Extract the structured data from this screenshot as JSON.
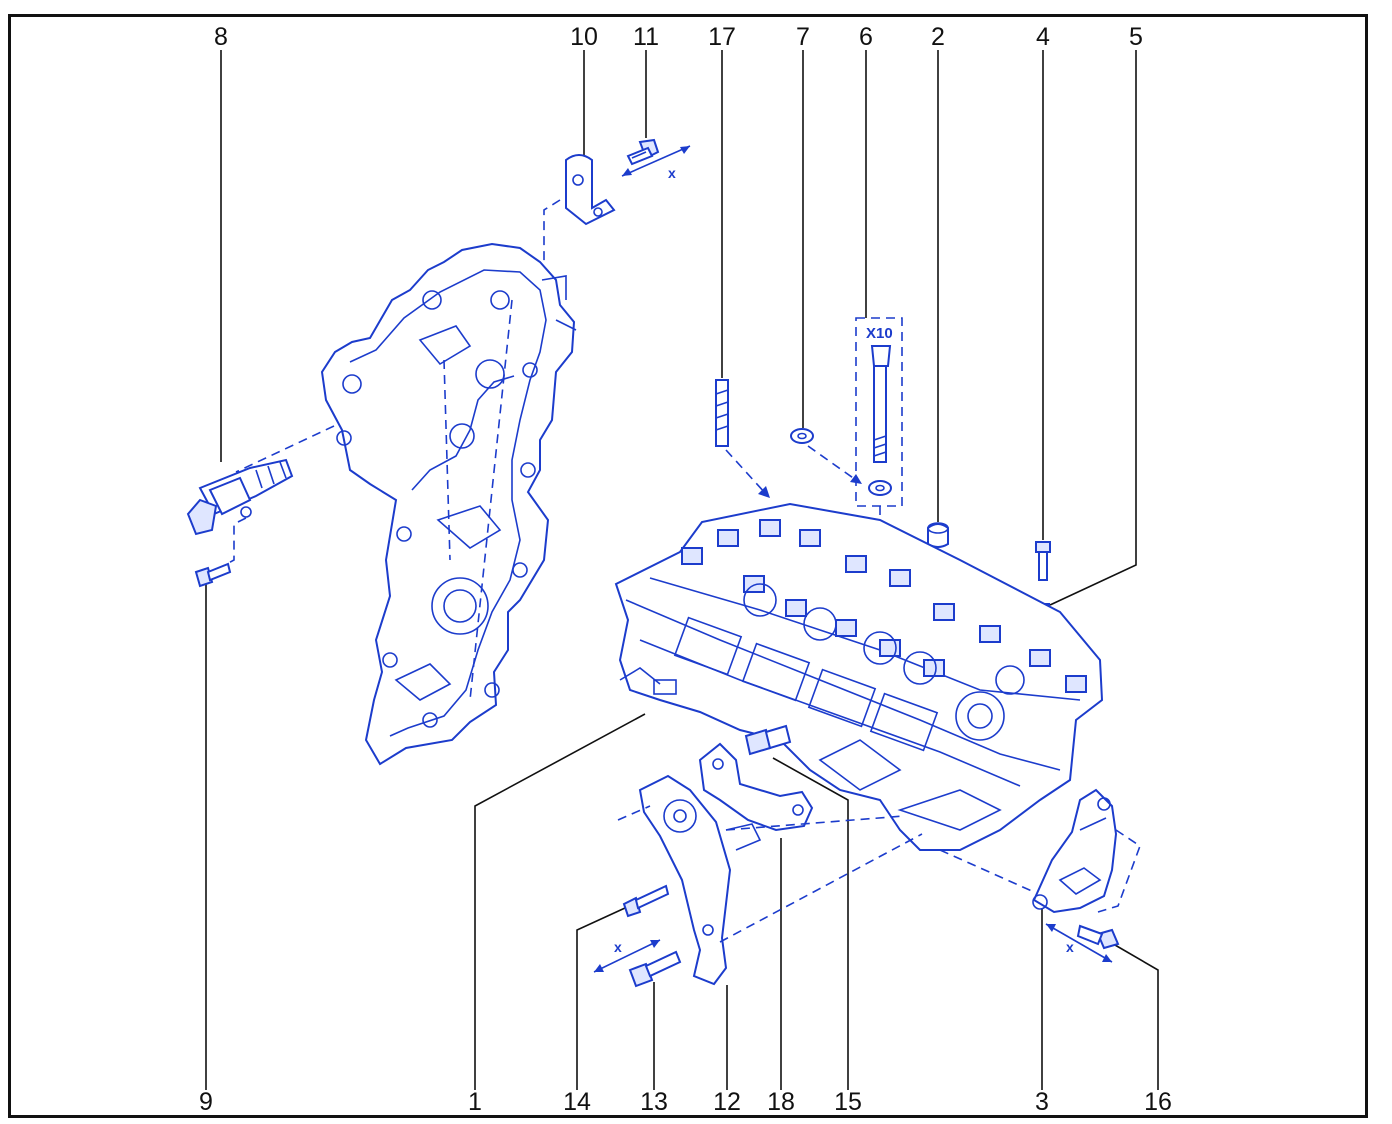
{
  "callouts": {
    "c1": "1",
    "c2": "2",
    "c3": "3",
    "c4": "4",
    "c5": "5",
    "c6": "6",
    "c7": "7",
    "c8": "8",
    "c9": "9",
    "c10": "10",
    "c11": "11",
    "c12": "12",
    "c13": "13",
    "c14": "14",
    "c15": "15",
    "c16": "16",
    "c17": "17",
    "c18": "18"
  },
  "annotations": {
    "quantity_bolts": "X10",
    "dim_x_top": "x",
    "dim_x_left": "x",
    "dim_x_right": "x"
  },
  "colors": {
    "line_art": "#1c3ccc",
    "part_fill": "#dfe6ff",
    "text": "#111111",
    "frame": "#111111",
    "background": "#ffffff"
  }
}
